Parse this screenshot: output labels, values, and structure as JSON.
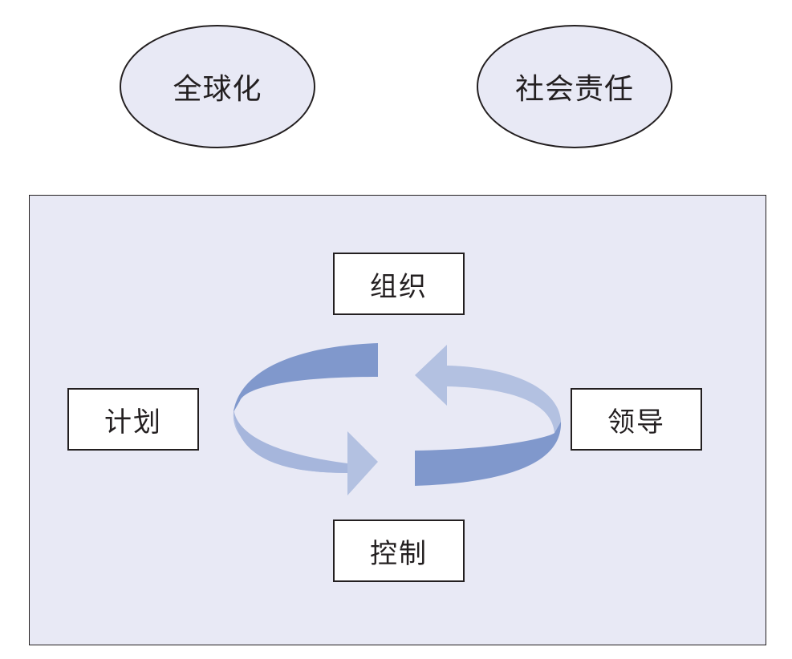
{
  "top_concepts": {
    "globalization": "全球化",
    "social_responsibility": "社会责任"
  },
  "functions": {
    "organize": "组织",
    "plan": "计划",
    "lead": "领导",
    "control": "控制"
  },
  "colors": {
    "ellipse_fill": "#e8e9f5",
    "panel_fill": "#e8e9f5",
    "outline": "#231f20",
    "arrow_dark": "#8098cc",
    "arrow_light": "#b3c1e1"
  }
}
